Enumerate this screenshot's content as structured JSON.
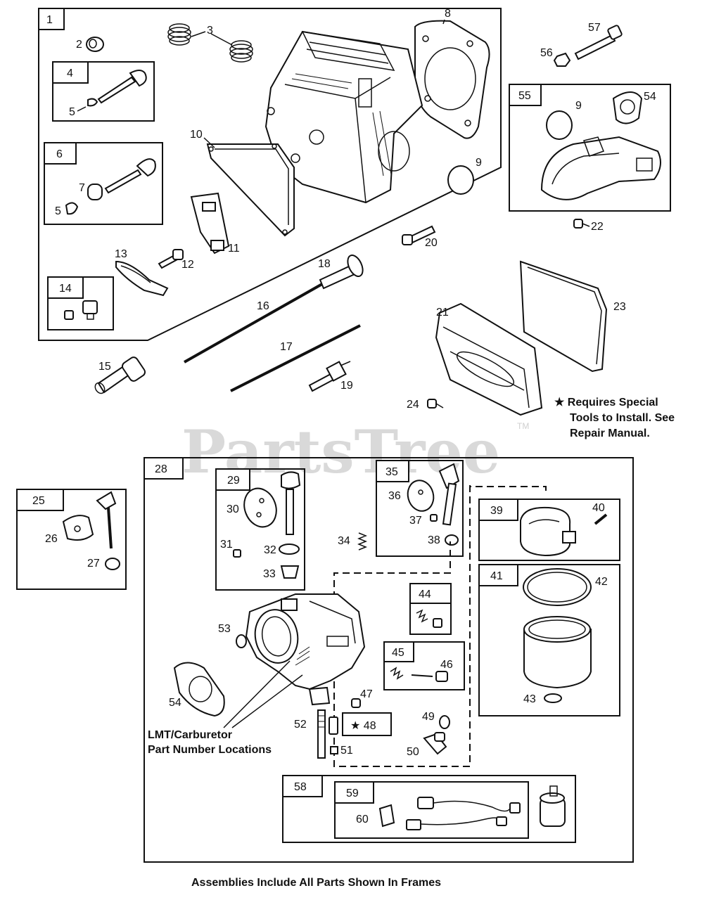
{
  "watermark": {
    "text": "PartsTree",
    "tm": "TM"
  },
  "notes": {
    "special_tools": [
      "★ Requires Special",
      "Tools to Install. See",
      "Repair Manual."
    ],
    "lmt": [
      "LMT/Carburetor",
      "Part Number Locations"
    ],
    "footer": "Assemblies Include All Parts Shown In Frames"
  },
  "frames": {
    "f1": "1",
    "f4": "4",
    "f6": "6",
    "f14": "14",
    "f55": "55",
    "f25": "25",
    "f28": "28",
    "f29": "29",
    "f35": "35",
    "f39": "39",
    "f41": "41",
    "f44": "44",
    "f45": "45",
    "f58": "58",
    "f59": "59"
  },
  "callouts": {
    "c2": "2",
    "c3": "3",
    "c5a": "5",
    "c5b": "5",
    "c7": "7",
    "c8": "8",
    "c9a": "9",
    "c9b": "9",
    "c10": "10",
    "c11": "11",
    "c12": "12",
    "c13": "13",
    "c15": "15",
    "c16": "16",
    "c17": "17",
    "c18": "18",
    "c19": "19",
    "c20": "20",
    "c21": "21",
    "c22": "22",
    "c23": "23",
    "c24": "24",
    "c26": "26",
    "c27": "27",
    "c30": "30",
    "c31": "31",
    "c32": "32",
    "c33": "33",
    "c34": "34",
    "c36": "36",
    "c37": "37",
    "c38": "38",
    "c40": "40",
    "c42": "42",
    "c43": "43",
    "c46": "46",
    "c47": "47",
    "c48": "★ 48",
    "c49": "49",
    "c50": "50",
    "c51": "51",
    "c52": "52",
    "c53": "53",
    "c54a": "54",
    "c54b": "54",
    "c56": "56",
    "c57": "57",
    "c60": "60"
  }
}
